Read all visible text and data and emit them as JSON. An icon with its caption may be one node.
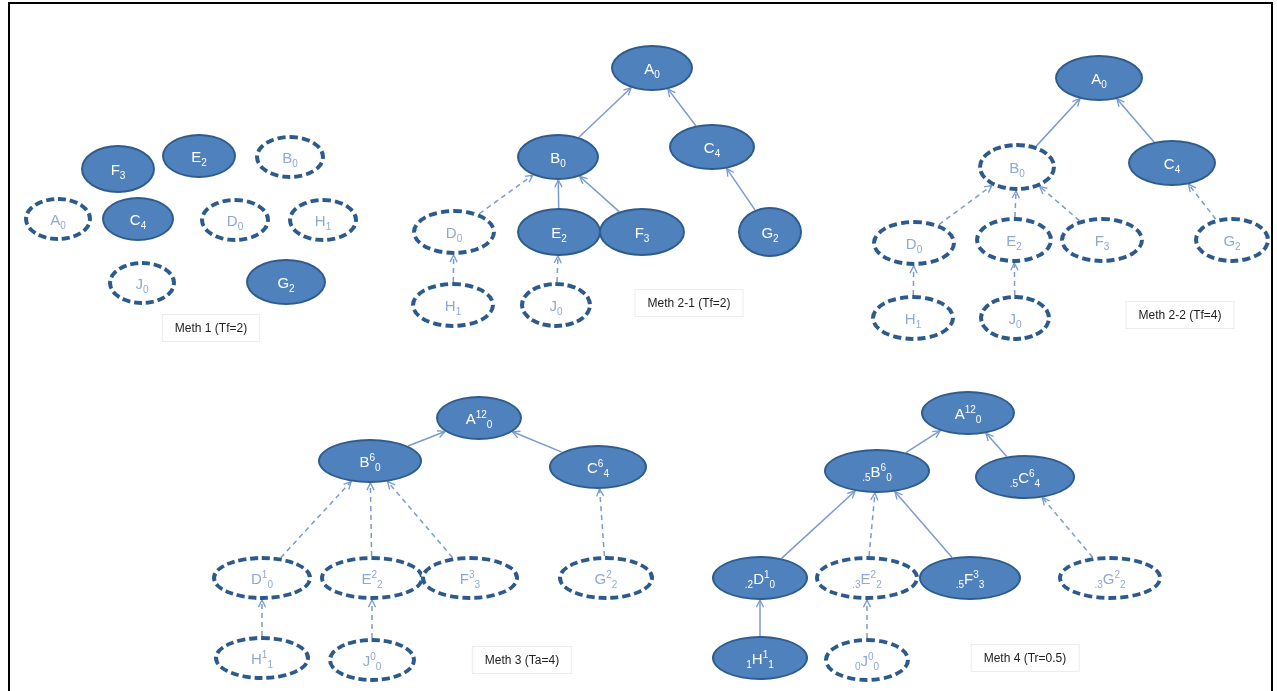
{
  "diagram": {
    "nodes": [
      {
        "text": [
          "F$_{3}$"
        ]
      },
      {
        "text": [
          "E$_{2}$"
        ]
      },
      {
        "text": [
          "B$_{0}$"
        ]
      },
      {
        "text": [
          "A$_{0}$"
        ]
      },
      {
        "text": [
          "C$_{4}$"
        ]
      },
      {
        "text": [
          "D$_{0}$"
        ]
      },
      {
        "text": [
          "H$_{1}$"
        ]
      },
      {
        "text": [
          "J$_{0}$"
        ]
      },
      {
        "text": [
          "G$_{2}$"
        ]
      },
      {
        "text": [
          "A$_{0}$"
        ]
      },
      {
        "text": [
          "B$_{0}$"
        ]
      },
      {
        "text": [
          "C$_{4}$"
        ]
      },
      {
        "text": [
          "D$_{0}$"
        ]
      },
      {
        "text": [
          "E$_{2}$"
        ]
      },
      {
        "text": [
          "F$_{3}$"
        ]
      },
      {
        "text": [
          "G$_{2}$"
        ]
      },
      {
        "text": [
          "H$_{1}$"
        ]
      },
      {
        "text": [
          "J$_{0}$"
        ]
      },
      {
        "text": [
          "A$_{0}$"
        ]
      },
      {
        "text": [
          "B$_{0}$"
        ]
      },
      {
        "text": [
          "C$_{4}$"
        ]
      },
      {
        "text": [
          "D$_{0}$"
        ]
      },
      {
        "text": [
          "E$_{2}$"
        ]
      },
      {
        "text": [
          "F$_{3}$"
        ]
      },
      {
        "text": [
          "G$_{2}$"
        ]
      },
      {
        "text": [
          "H$_{1}$"
        ]
      },
      {
        "text": [
          "J$_{0}$"
        ]
      },
      {
        "text": [
          "A$^{12}$$_{0}$"
        ]
      },
      {
        "text": [
          "B$^{6}$$_{0}$"
        ]
      },
      {
        "text": [
          "C$^{6}$$_{4}$"
        ]
      },
      {
        "text": [
          "D$^{1}$$_{0}$"
        ]
      },
      {
        "text": [
          "E$^{2}$$_{2}$"
        ]
      },
      {
        "text": [
          "F$^{3}$$_{3}$"
        ]
      },
      {
        "text": [
          "G$^{2}$$_{2}$"
        ]
      },
      {
        "text": [
          "H$^{1}$$_{1}$"
        ]
      },
      {
        "text": [
          "J$^{0}$$_{0}$"
        ]
      },
      {
        "text": [
          "A$^{12}$$_{0}$"
        ]
      },
      {
        "text": [
          "$_{.5}$B$^{6}$$_{0}$"
        ]
      },
      {
        "text": [
          "$_{.5}$C$^{6}$$_{4}$"
        ]
      },
      {
        "text": [
          "$_{.2}$D$^{1}$$_{0}$"
        ]
      },
      {
        "text": [
          "$_{.3}$E$^{2}$$_{2}$"
        ]
      },
      {
        "text": [
          "$_{.5}$F$^{3}$$_{3}$"
        ]
      },
      {
        "text": [
          "$_{.3}$G$^{2}$$_{2}$"
        ]
      },
      {
        "text": [
          "$_{1}$H$^{1}$$_{1}$"
        ]
      },
      {
        "text": [
          "$_{0}$J$^{0}$$_{0}$"
        ]
      }
    ],
    "edges": [
      {
        "from": 10,
        "to": 9,
        "arrow": "to"
      },
      {
        "from": 11,
        "to": 9,
        "arrow": "to"
      },
      {
        "from": 12,
        "to": 10,
        "arrow": "to",
        "style": "dashed"
      },
      {
        "from": 13,
        "to": 10,
        "arrow": "to"
      },
      {
        "from": 14,
        "to": 10,
        "arrow": "to"
      },
      {
        "from": 15,
        "to": 11,
        "arrow": "to"
      },
      {
        "from": 16,
        "to": 12,
        "arrow": "to",
        "style": "dashed"
      },
      {
        "from": 17,
        "to": 13,
        "arrow": "to",
        "style": "dashed"
      },
      {
        "from": 19,
        "to": 18,
        "arrow": "to"
      },
      {
        "from": 20,
        "to": 18,
        "arrow": "to"
      },
      {
        "from": 21,
        "to": 19,
        "arrow": "to",
        "style": "dashed"
      },
      {
        "from": 22,
        "to": 19,
        "arrow": "to",
        "style": "dashed"
      },
      {
        "from": 23,
        "to": 19,
        "arrow": "to",
        "style": "dashed"
      },
      {
        "from": 24,
        "to": 20,
        "arrow": "to",
        "style": "dashed"
      },
      {
        "from": 25,
        "to": 21,
        "arrow": "to",
        "style": "dashed"
      },
      {
        "from": 26,
        "to": 22,
        "arrow": "to",
        "style": "dashed"
      },
      {
        "from": 28,
        "to": 27,
        "arrow": "to"
      },
      {
        "from": 29,
        "to": 27,
        "arrow": "to"
      },
      {
        "from": 30,
        "to": 28,
        "arrow": "to",
        "style": "dashed"
      },
      {
        "from": 31,
        "to": 28,
        "arrow": "to",
        "style": "dashed"
      },
      {
        "from": 32,
        "to": 28,
        "arrow": "to",
        "style": "dashed"
      },
      {
        "from": 33,
        "to": 29,
        "arrow": "to",
        "style": "dashed"
      },
      {
        "from": 34,
        "to": 30,
        "arrow": "to",
        "style": "dashed"
      },
      {
        "from": 35,
        "to": 31,
        "arrow": "to",
        "style": "dashed"
      },
      {
        "from": 37,
        "to": 36,
        "arrow": "to"
      },
      {
        "from": 38,
        "to": 36,
        "arrow": "to"
      },
      {
        "from": 39,
        "to": 37,
        "arrow": "to"
      },
      {
        "from": 40,
        "to": 37,
        "arrow": "to",
        "style": "dashed"
      },
      {
        "from": 41,
        "to": 37,
        "arrow": "to"
      },
      {
        "from": 42,
        "to": 38,
        "arrow": "to",
        "style": "dashed"
      },
      {
        "from": 43,
        "to": 39,
        "arrow": "to"
      },
      {
        "from": 44,
        "to": 40,
        "arrow": "to",
        "style": "dashed"
      }
    ],
    "labels": [
      "Meth 1 (Tf=2)",
      "Meth 2-1 (Tf=2)",
      "Meth 2-2 (Tf=4)",
      "Meth 3 (Ta=4)",
      "Meth 4 (Tr=0.5)"
    ]
  }
}
